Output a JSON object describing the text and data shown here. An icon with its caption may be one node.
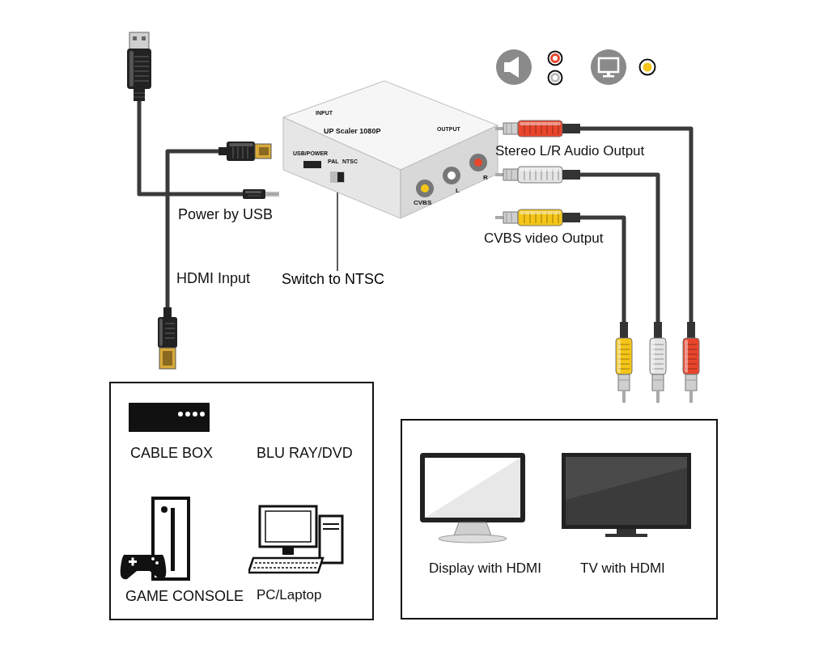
{
  "diagram": {
    "nodes": [
      {
        "text": [],
        "shape": "picture"
      },
      {
        "text": [],
        "shape": "picture"
      },
      {
        "text": [],
        "shape": "picture"
      },
      {
        "text": [],
        "shape": "picture"
      },
      {
        "text": [],
        "shape": "picture"
      },
      {
        "text": [
          "Switch to NTSC"
        ]
      },
      {
        "text": [],
        "shape": "picture"
      },
      {
        "text": [],
        "shape": "picture"
      },
      {
        "text": [],
        "shape": "picture"
      },
      {
        "text": [],
        "shape": "picture"
      },
      {
        "text": [],
        "shape": "picture"
      },
      {
        "text": [],
        "shape": "picture"
      },
      {
        "text": [],
        "shape": "picture"
      },
      {
        "text": [],
        "shape": "box"
      },
      {
        "text": [
          "CABLE BOX"
        ],
        "in": 13
      },
      {
        "text": [
          "BLU RAY/DVD"
        ],
        "in": 13
      },
      {
        "text": [
          "GAME CONSOLE"
        ],
        "in": 13
      },
      {
        "text": [
          "PC/Laptop"
        ],
        "in": 13
      },
      {
        "text": [],
        "shape": "box"
      },
      {
        "text": [
          "Display with HDMI"
        ],
        "in": 18
      },
      {
        "text": [
          "TV with HDMI"
        ],
        "in": 18
      }
    ],
    "edges": [
      {
        "from": 0,
        "to": 3,
        "arrow": "none"
      },
      {
        "from": 1,
        "to": 9,
        "arrow": "none"
      },
      {
        "from": 5,
        "to": 4,
        "arrow": "none"
      },
      {
        "from": 6,
        "to": 12,
        "arrow": "none"
      },
      {
        "from": 7,
        "to": 11,
        "arrow": "none"
      },
      {
        "from": 8,
        "to": 10,
        "arrow": "none"
      }
    ],
    "labels": [
      "INPUT",
      "UP Scaler 1080P",
      "OUTPUT",
      "Stereo L/R Audio Output",
      "USB/POWER",
      "PAL",
      "NTSC",
      "R",
      "L",
      "CVBS",
      "Power by USB",
      "CVBS video Output",
      "HDMI Input"
    ]
  }
}
